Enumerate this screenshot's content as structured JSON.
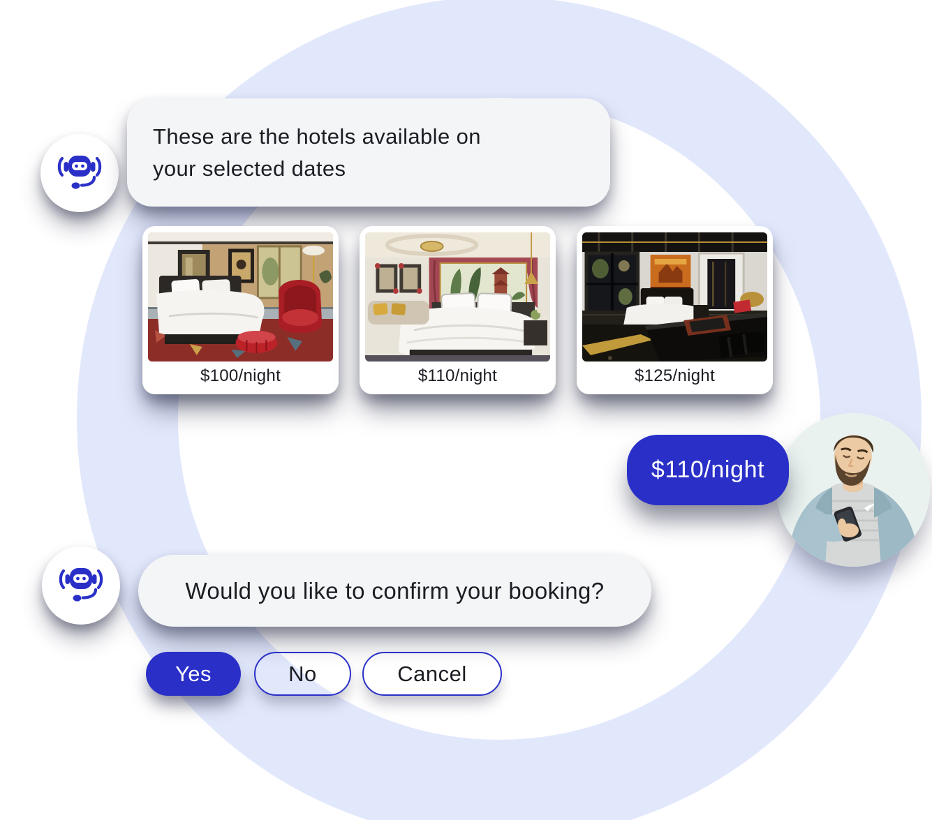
{
  "colors": {
    "accent_blue": "#2A30C7",
    "ring_lavender": "#E2E8FC",
    "bubble_gray": "#F4F5F7",
    "text_dark": "#1B1D23",
    "user_avatar_bg": "#E9F2EF"
  },
  "messages": {
    "bot1_line1": "These are the hotels available on",
    "bot1_line2": "your selected dates",
    "bot2": "Would you like to confirm your booking?",
    "user_reply": "$110/night"
  },
  "cards": [
    {
      "price": "$100/night",
      "photo": "hotel-room-red-armchair-photo"
    },
    {
      "price": "$110/night",
      "photo": "hotel-room-mural-bed-photo"
    },
    {
      "price": "$125/night",
      "photo": "hotel-room-dark-desk-photo"
    }
  ],
  "buttons": {
    "yes": "Yes",
    "no": "No",
    "cancel": "Cancel"
  },
  "icons": {
    "bot": "robot-headset-icon",
    "user": "man-looking-at-phone-photo"
  }
}
